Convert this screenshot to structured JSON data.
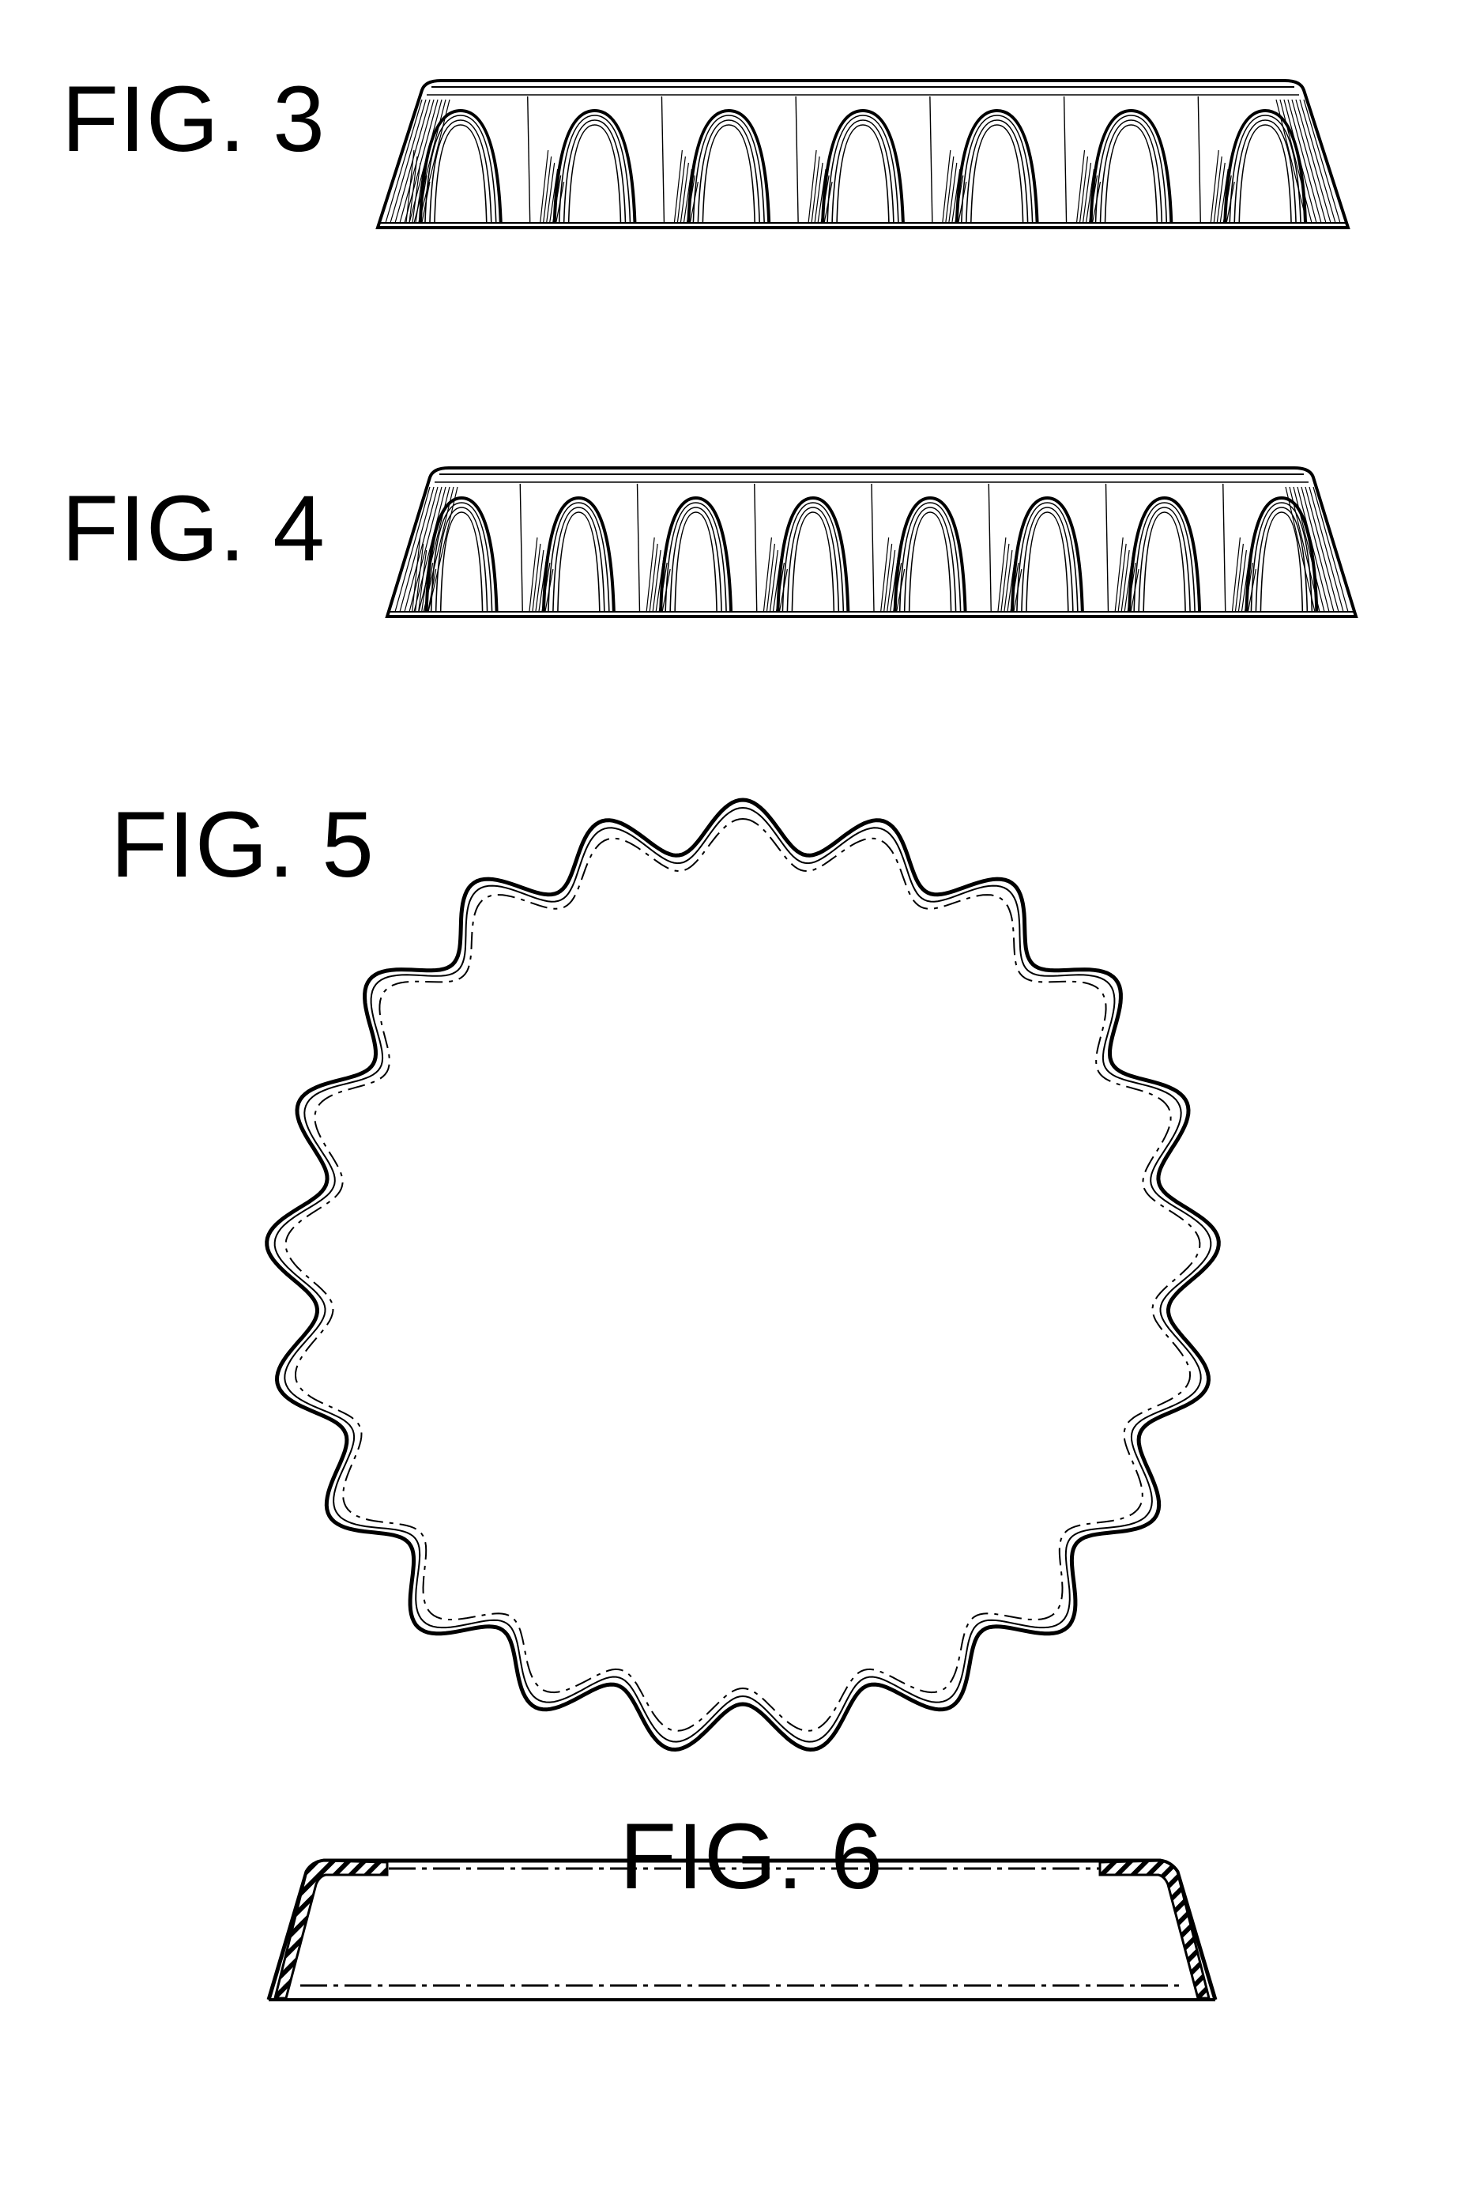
{
  "figures": [
    {
      "id": "fig3",
      "label": "FIG. 3",
      "view": "side-elevation",
      "flutes": 7
    },
    {
      "id": "fig4",
      "label": "FIG. 4",
      "view": "side-elevation",
      "flutes": 8
    },
    {
      "id": "fig5",
      "label": "FIG. 5",
      "view": "top-plan",
      "scallops": 21
    },
    {
      "id": "fig6",
      "label": "FIG. 6",
      "view": "cross-section"
    }
  ],
  "colors": {
    "ink": "#000000",
    "paper": "#ffffff"
  }
}
